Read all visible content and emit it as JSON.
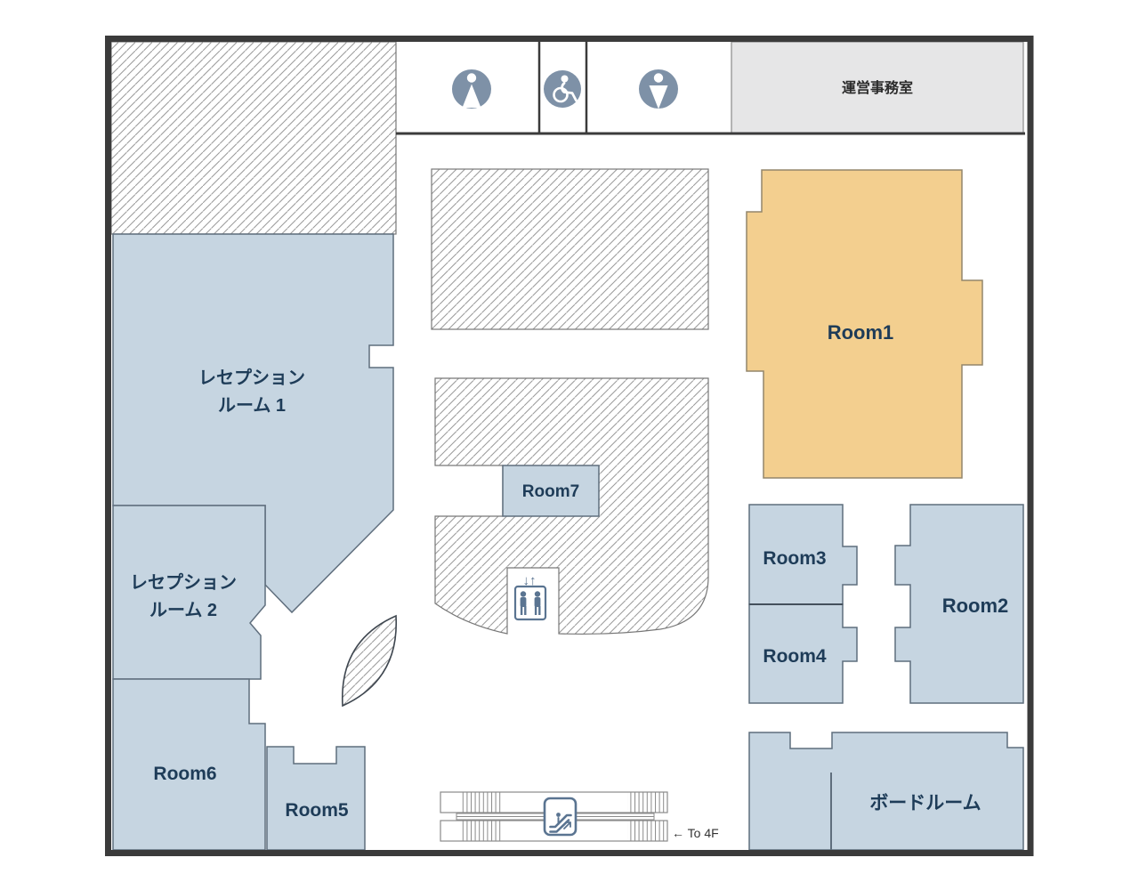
{
  "rooms": {
    "office": {
      "label": "運営事務室"
    },
    "reception1": {
      "label_line1": "レセプション",
      "label_line2": "ルーム 1"
    },
    "reception2": {
      "label_line1": "レセプション",
      "label_line2": "ルーム 2"
    },
    "room1": {
      "label": "Room1"
    },
    "room2": {
      "label": "Room2"
    },
    "room3": {
      "label": "Room3"
    },
    "room4": {
      "label": "Room4"
    },
    "room5": {
      "label": "Room5"
    },
    "room6": {
      "label": "Room6"
    },
    "room7": {
      "label": "Room7"
    },
    "boardroom": {
      "label": "ボードルーム"
    }
  },
  "annotations": {
    "to_4f": "← To 4F",
    "elevator_arrows": "↓↑"
  },
  "icons": {
    "female_toilet": "female-toilet-icon",
    "wheelchair": "wheelchair-accessible-icon",
    "male_toilet": "male-toilet-icon",
    "elevator": "elevator-icon",
    "escalator": "escalator-icon"
  },
  "colors": {
    "room_fill": "#c6d5e1",
    "room_stroke": "#5f6e7d",
    "highlight_room_fill": "#f3cf8f",
    "highlight_room_stroke": "#93866b",
    "office_fill": "#e6e6e7",
    "wall": "#3b3b3b",
    "toilet_icon_blue": "#7e91a7",
    "symbol_blue": "#5a7491",
    "label_navy": "#1e3c58",
    "hatch_line": "#9a9a9a"
  }
}
